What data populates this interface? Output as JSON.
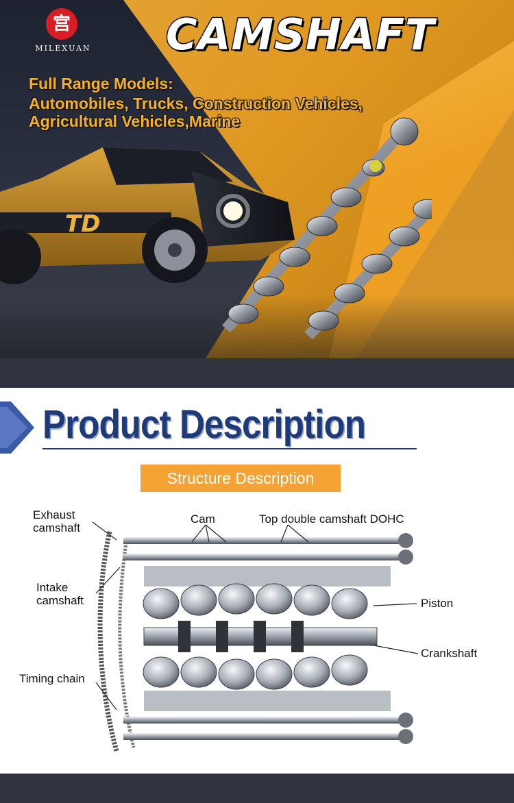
{
  "brand": {
    "name": "MILEXUAN"
  },
  "hero": {
    "title": "CAMSHAFT",
    "models_heading": "Full Range Models:",
    "models_line1": "Automobiles, Trucks, Construction Vehicles,",
    "models_line2": "Agricultural Vehicles,Marine"
  },
  "section": {
    "title": "Product Description",
    "subtitle": "Structure Description"
  },
  "diagram": {
    "labels": {
      "exhaust": "Exhaust\ncamshaft",
      "cam": "Cam",
      "dohc": "Top double camshaft DOHC",
      "intake": "Intake\ncamshaft",
      "piston": "Piston",
      "crankshaft": "Crankshaft",
      "timing_chain": "Timing chain"
    }
  },
  "colors": {
    "accent_orange": "#f5a334",
    "title_navy": "#1f3a78",
    "logo_red": "#d81e25",
    "band_dark": "#2f3340"
  }
}
